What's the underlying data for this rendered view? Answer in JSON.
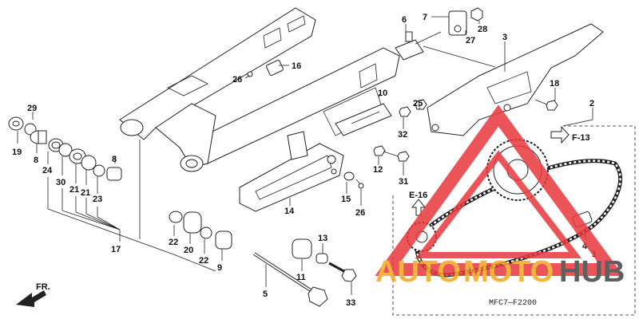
{
  "diagram": {
    "drawing_code": "MFC7—F2200",
    "front_indicator": "FR.",
    "references": [
      {
        "id": "ref-f13",
        "label": "F-13"
      },
      {
        "id": "ref-e16",
        "label": "E-16"
      }
    ],
    "callouts": [
      "1",
      "2",
      "3",
      "4",
      "5",
      "6",
      "7",
      "8",
      "8",
      "9",
      "10",
      "11",
      "12",
      "13",
      "14",
      "15",
      "16",
      "17",
      "18",
      "19",
      "20",
      "21",
      "21",
      "22",
      "22",
      "23",
      "24",
      "25",
      "26",
      "26",
      "27",
      "28",
      "29",
      "30",
      "31",
      "32",
      "33"
    ]
  },
  "watermark": {
    "word_part1": "AUTO",
    "word_part2": "MOTO",
    "word_part3": "HUB",
    "color_orange": "#f5a623",
    "color_dark": "#444444",
    "color_red": "#e8383d"
  }
}
